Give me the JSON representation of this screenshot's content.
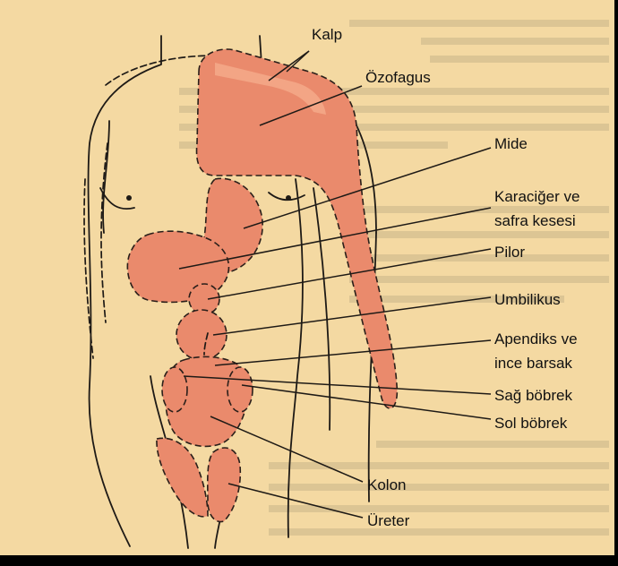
{
  "labels": {
    "kalp": "Kalp",
    "ozofagus": "Özofagus",
    "mide": "Mide",
    "karaciger_1": "Karaciğer ve",
    "karaciger_2": "safra kesesi",
    "pilor": "Pilor",
    "umbilikus": "Umbilikus",
    "apendiks_1": "Apendiks ve",
    "apendiks_2": "ince barsak",
    "sag_bobrek": "Sağ böbrek",
    "sol_bobrek": "Sol böbrek",
    "kolon": "Kolon",
    "ureter": "Üreter"
  },
  "colors": {
    "page": "#f4d9a2",
    "organ": "#ea8a6c",
    "line": "#1e1a16"
  }
}
